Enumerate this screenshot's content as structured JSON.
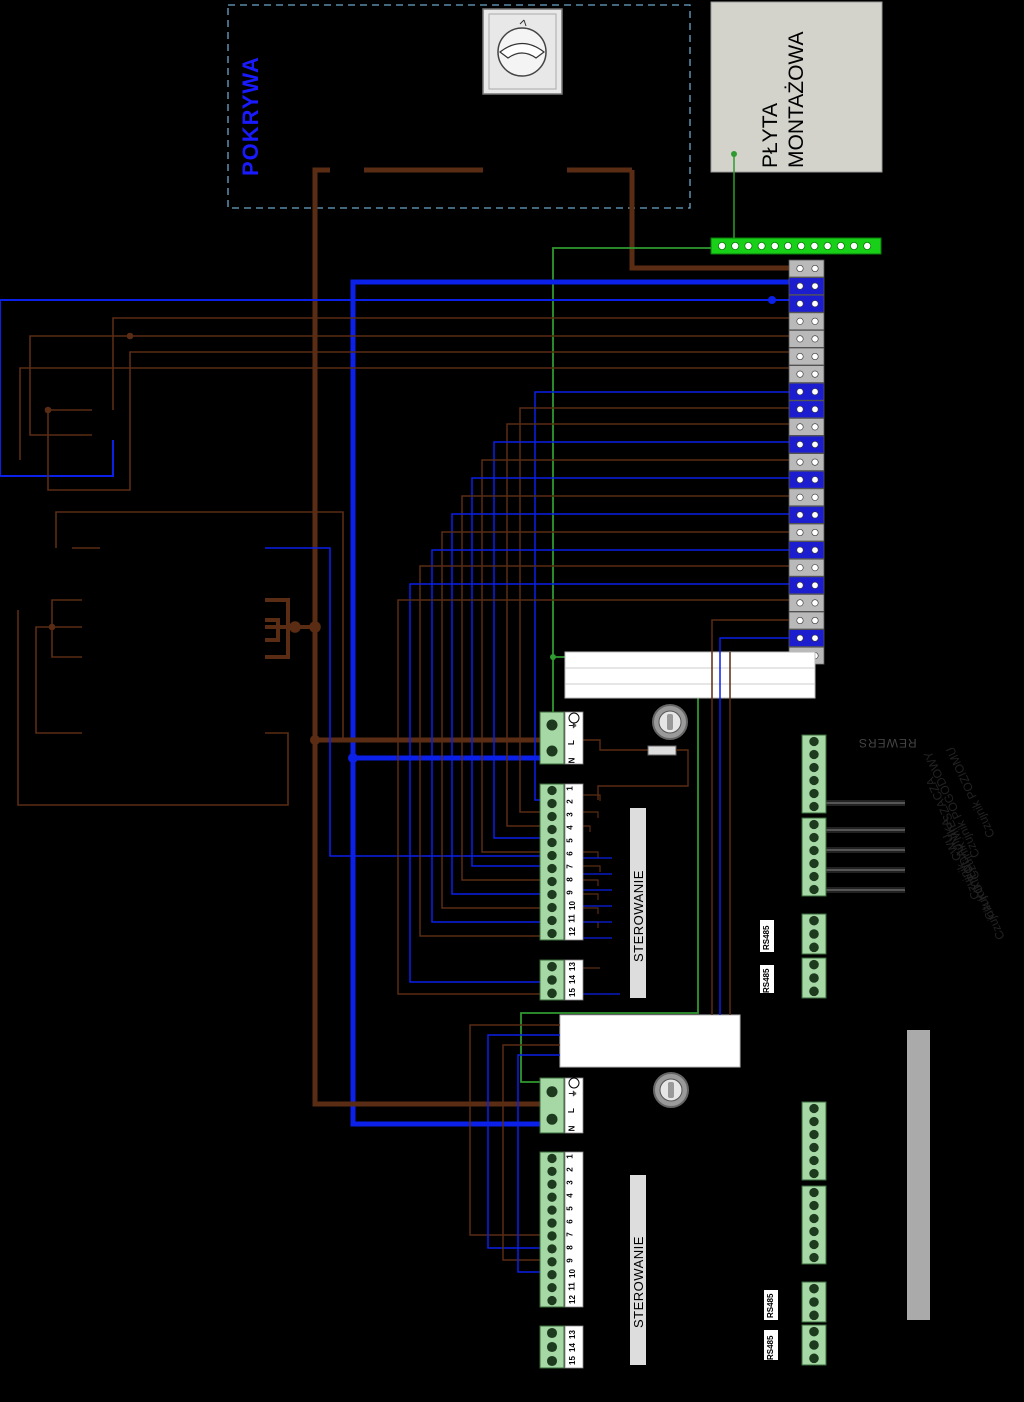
{
  "labels": {
    "cover": "POKRYWA",
    "plate_line1": "PŁYTA",
    "plate_line2": "MONTAŻOWA",
    "control_1": "STEROWANIE",
    "control_2": "STEROWANIE",
    "reverse": "REWERS",
    "rs485_a": "RS485",
    "rs485_b": "RS485",
    "rs485_c": "RS485",
    "rs485_d": "RS485"
  },
  "sensors": [
    "Czujnik POZIOMU",
    "Czujnik POGODOWY",
    "Czujnik MIESZACZA",
    "Czujnik CWU",
    "Czujnik PODAJNIKA",
    "Czujnik KOTŁA"
  ],
  "power_terminals": [
    "N",
    "L",
    "⏚"
  ],
  "control_terminals": [
    "12",
    "11",
    "10",
    "9",
    "8",
    "7",
    "6",
    "5",
    "4",
    "3",
    "2",
    "1"
  ],
  "aux_terminals": [
    "15",
    "14",
    "13"
  ],
  "colors": {
    "neutral_blue": "#0b20e8",
    "phase_brown": "#5a2c14",
    "earth_green": "#2f9a2f",
    "terminal_green": "#a6d8a6",
    "terminal_blue": "#1d1dd0",
    "terminal_grey": "#b9b9b9",
    "plate": "#d3d3cb"
  },
  "icons": [
    "rotary-switch-icon",
    "fuse-holder-icon"
  ]
}
